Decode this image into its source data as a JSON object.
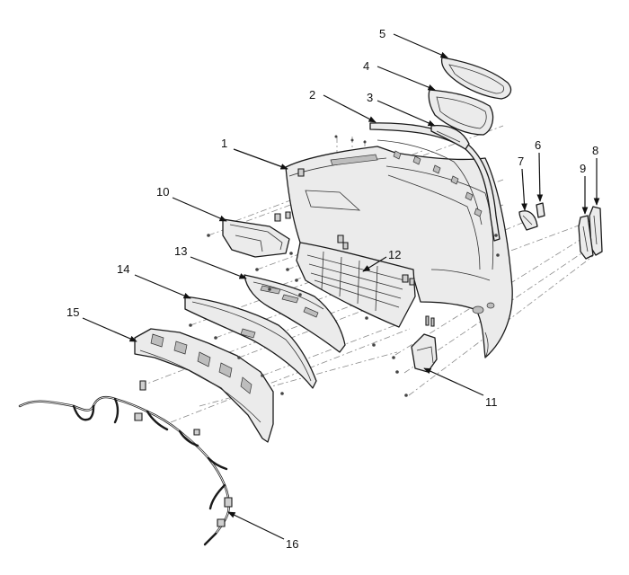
{
  "diagram": {
    "callouts": [
      {
        "id": "1",
        "label": "1"
      },
      {
        "id": "2",
        "label": "2"
      },
      {
        "id": "3",
        "label": "3"
      },
      {
        "id": "4",
        "label": "4"
      },
      {
        "id": "5",
        "label": "5"
      },
      {
        "id": "6",
        "label": "6"
      },
      {
        "id": "7",
        "label": "7"
      },
      {
        "id": "8",
        "label": "8"
      },
      {
        "id": "9",
        "label": "9"
      },
      {
        "id": "10",
        "label": "10"
      },
      {
        "id": "11",
        "label": "11"
      },
      {
        "id": "12",
        "label": "12"
      },
      {
        "id": "13",
        "label": "13"
      },
      {
        "id": "14",
        "label": "14"
      },
      {
        "id": "15",
        "label": "15"
      },
      {
        "id": "16",
        "label": "16"
      }
    ]
  },
  "colors": {
    "line": "#1a1a1a",
    "part_fill": "#ebebeb",
    "phantom": "#8a8a8a"
  }
}
